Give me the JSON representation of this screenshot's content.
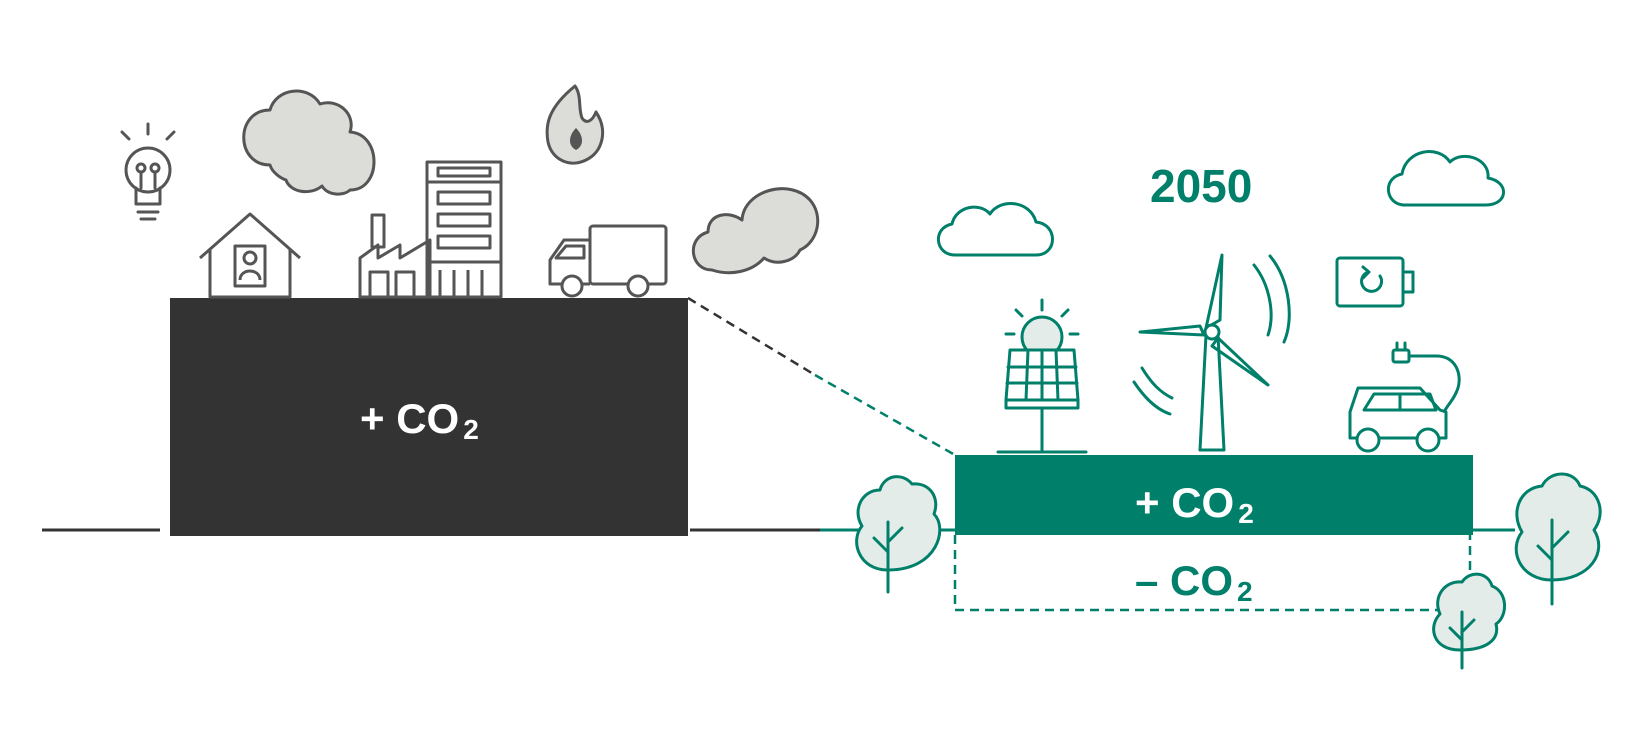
{
  "labels": {
    "left_emissions": "+ CO",
    "left_emissions_sub": "2",
    "future_emissions": "+ CO",
    "future_emissions_sub": "2",
    "absorption": "– CO",
    "absorption_sub": "2",
    "year": "2050"
  },
  "colors": {
    "dark_block": "#333333",
    "green": "#00806a",
    "gray_line": "#555555",
    "cloud_fill": "#dcdcd8",
    "tree_fill": "#e3ece9"
  },
  "icons": {
    "left": [
      "lightbulb-icon",
      "house-icon",
      "factory-icon",
      "office-building-icon",
      "truck-icon",
      "flame-icon",
      "smoke-cloud-icon"
    ],
    "right": [
      "solar-panel-icon",
      "wind-turbine-icon",
      "battery-icon",
      "electric-car-icon",
      "cloud-icon",
      "tree-icon"
    ]
  }
}
